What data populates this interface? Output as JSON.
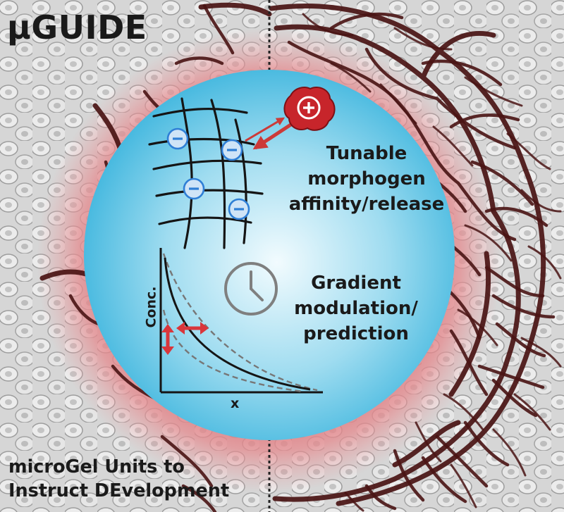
{
  "title": "µGUIDE",
  "tagline": [
    "microGel Units to",
    "Instruct DEvelopment"
  ],
  "features": {
    "affinity": [
      "Tunable",
      "morphogen",
      "affinity/release"
    ],
    "gradient": [
      "Gradient",
      "modulation/",
      "prediction"
    ]
  },
  "plot": {
    "ylabel": "Conc.",
    "xlabel": "x"
  },
  "colors": {
    "microgel_center": "#eaf7fc",
    "microgel_edge": "#3fb6de",
    "halo": "#d9646b",
    "vessel": "#4a1414",
    "charge_blue": "#2f7fd6",
    "morphogen_red": "#c7252b",
    "arrow_red": "#cc3a38",
    "cell_background": "#d9d9d9"
  },
  "icons": [
    "negative-charge-icon",
    "positive-morphogen-icon",
    "clock-icon",
    "double-arrow-icon"
  ]
}
